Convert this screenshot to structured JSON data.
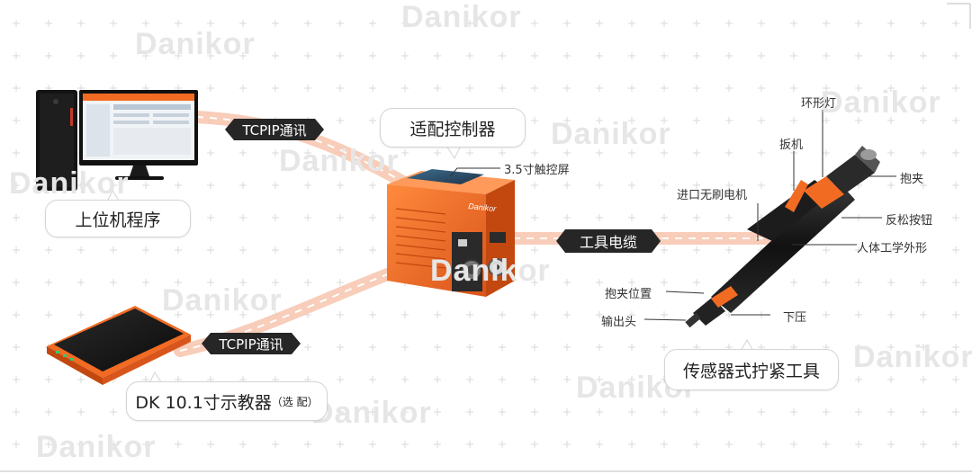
{
  "watermark": "Danikor",
  "labels": {
    "host_program": "上位机程序",
    "controller_title": "适配控制器",
    "screen": "3.5寸触控屏",
    "link_top": "TCPIP通讯",
    "link_bottom": "TCPIP通讯",
    "tool_cable": "工具电缆",
    "display_main": "DK 10.1寸示教器",
    "display_note": "（选 配）",
    "tool_name": "传感器式拧紧工具",
    "ring_light": "环形灯",
    "trigger": "扳机",
    "motor": "进口无刷电机",
    "clamp": "抱夹",
    "reverse_button": "反松按钮",
    "ergonomic": "人体工学外形",
    "clamp_position": "抱夹位置",
    "output_head": "输出头",
    "press_down": "下压"
  },
  "device_texts": {
    "controller_brand": "Danikor"
  },
  "colors": {
    "accent": "#f26b23",
    "dark": "#262626",
    "link": "#f7c4ad",
    "grid": "#d9d9d9"
  }
}
